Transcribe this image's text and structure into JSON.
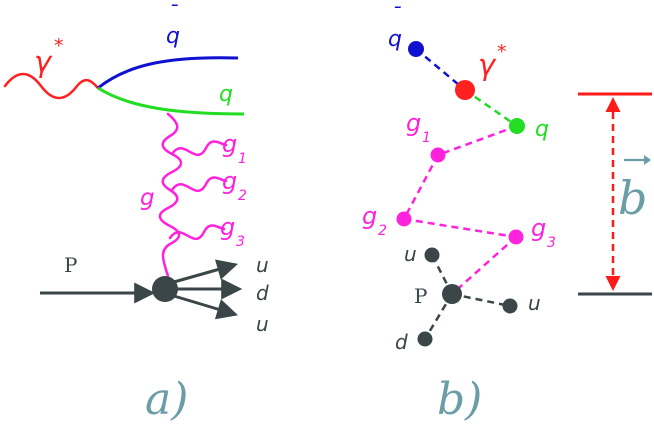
{
  "panel_a": {
    "caption": "a)",
    "labels": {
      "photon": "γ",
      "photon_star": "*",
      "antiquark_bar": "¯",
      "antiquark": "q",
      "quark": "q",
      "gluon": "g",
      "g1_base": "g",
      "g1_sub": "1",
      "g2_base": "g",
      "g2_sub": "2",
      "g3_base": "g",
      "g3_sub": "3",
      "proton": "P",
      "out_u_top": "u",
      "out_d": "d",
      "out_u_bottom": "u"
    }
  },
  "panel_b": {
    "caption": "b)",
    "labels": {
      "antiquark_bar": "¯",
      "antiquark": "q",
      "photon": "γ",
      "photon_star": "*",
      "quark": "q",
      "g1_base": "g",
      "g1_sub": "1",
      "g2_base": "g",
      "g2_sub": "2",
      "g3_base": "g",
      "g3_sub": "3",
      "u_top": "u",
      "proton": "P",
      "u_right": "u",
      "d": "d",
      "impact_b": "b"
    }
  },
  "colors": {
    "photon": "#ff2020",
    "antiquark": "#1010d0",
    "quark": "#22dd22",
    "gluon": "#ff22dd",
    "proton": "#3a4648",
    "caption": "#6b9da6",
    "impact": "#6b9da6",
    "impact_arrow": "#ff1a1a"
  }
}
